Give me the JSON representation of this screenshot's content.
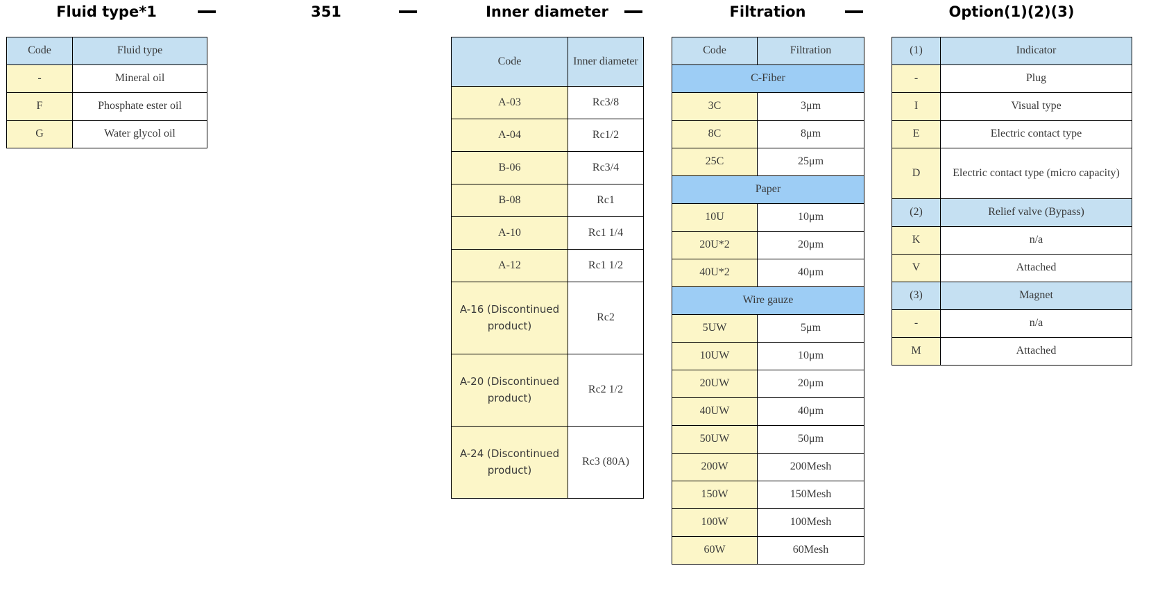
{
  "model_code": {
    "separator": "—",
    "parts": [
      {
        "label": "Fluid type*1"
      },
      {
        "label": "351"
      },
      {
        "label": "Inner diameter"
      },
      {
        "label": "Filtration"
      },
      {
        "label": "Option(1)(2)(3)"
      }
    ]
  },
  "tables": {
    "fluid": {
      "headers": [
        "Code",
        "Fluid type"
      ],
      "rows": [
        {
          "code": "-",
          "value": "Mineral oil"
        },
        {
          "code": "F",
          "value": "Phosphate ester oil"
        },
        {
          "code": "G",
          "value": "Water glycol oil"
        }
      ]
    },
    "inner_diameter": {
      "headers": [
        "Code",
        "Inner diameter"
      ],
      "rows": [
        {
          "code": "A-03",
          "value": "Rc3/8"
        },
        {
          "code": "A-04",
          "value": "Rc1/2"
        },
        {
          "code": "B-06",
          "value": "Rc3/4"
        },
        {
          "code": "B-08",
          "value": "Rc1"
        },
        {
          "code": "A-10",
          "value": "Rc1 1/4"
        },
        {
          "code": "A-12",
          "value": "Rc1 1/2"
        },
        {
          "code": "A-16 (Discontinued product)",
          "value": "Rc2"
        },
        {
          "code": "A-20 (Discontinued product)",
          "value": "Rc2 1/2"
        },
        {
          "code": "A-24 (Discontinued product)",
          "value": "Rc3 (80A)"
        }
      ]
    },
    "filtration": {
      "headers": [
        "Code",
        "Filtration"
      ],
      "groups": [
        {
          "name": "C-Fiber",
          "rows": [
            {
              "code": "3C",
              "value": "3μm"
            },
            {
              "code": "8C",
              "value": "8μm"
            },
            {
              "code": "25C",
              "value": "25μm"
            }
          ]
        },
        {
          "name": "Paper",
          "rows": [
            {
              "code": "10U",
              "value": "10μm"
            },
            {
              "code": "20U*2",
              "value": "20μm"
            },
            {
              "code": "40U*2",
              "value": "40μm"
            }
          ]
        },
        {
          "name": "Wire gauze",
          "rows": [
            {
              "code": "5UW",
              "value": "5μm"
            },
            {
              "code": "10UW",
              "value": "10μm"
            },
            {
              "code": "20UW",
              "value": "20μm"
            },
            {
              "code": "40UW",
              "value": "40μm"
            },
            {
              "code": "50UW",
              "value": "50μm"
            },
            {
              "code": "200W",
              "value": "200Mesh"
            },
            {
              "code": "150W",
              "value": "150Mesh"
            },
            {
              "code": "100W",
              "value": "100Mesh"
            },
            {
              "code": "60W",
              "value": "60Mesh"
            }
          ]
        }
      ]
    },
    "option": {
      "groups": [
        {
          "marker": "(1)",
          "name": "Indicator",
          "rows": [
            {
              "code": "-",
              "value": "Plug"
            },
            {
              "code": "I",
              "value": "Visual type"
            },
            {
              "code": "E",
              "value": "Electric contact type"
            },
            {
              "code": "D",
              "value": "Electric contact type (micro capacity)"
            }
          ]
        },
        {
          "marker": "(2)",
          "name": "Relief valve (Bypass)",
          "rows": [
            {
              "code": "K",
              "value": "n/a"
            },
            {
              "code": "V",
              "value": "Attached"
            }
          ]
        },
        {
          "marker": "(3)",
          "name": "Magnet",
          "rows": [
            {
              "code": "-",
              "value": "n/a"
            },
            {
              "code": "M",
              "value": "Attached"
            }
          ]
        }
      ]
    }
  },
  "colors": {
    "header_fill": "#c5e0f2",
    "group_fill": "#9dcdf5",
    "code_fill": "#fcf6c8",
    "value_fill": "#ffffff",
    "border": "#000000",
    "text": "#3a3a3a"
  }
}
